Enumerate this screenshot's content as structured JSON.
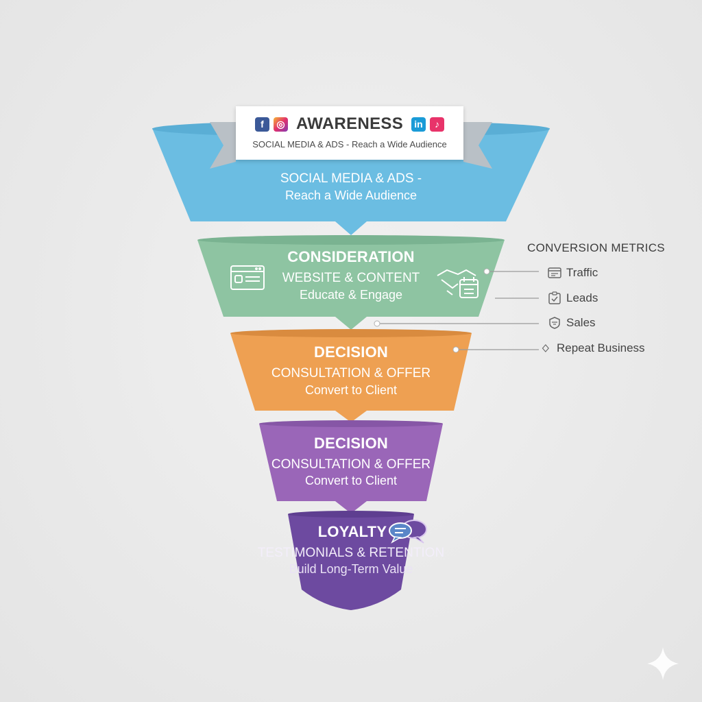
{
  "banner": {
    "title": "AWARENESS",
    "subtitle": "SOCIAL MEDIA & ADS - Reach a Wide Audience",
    "icons": [
      "facebook-icon",
      "instagram-icon",
      "linkedin-icon",
      "tiktok-icon"
    ]
  },
  "stages": [
    {
      "key": "awareness",
      "line1": "SOCIAL MEDIA & ADS -",
      "line2": "Reach a Wide Audience",
      "color": "#6bbde2"
    },
    {
      "key": "consideration",
      "title": "CONSIDERATION",
      "line1": "WEBSITE & CONTENT",
      "line2": "Educate & Engage",
      "color": "#8ec4a2"
    },
    {
      "key": "decision-1",
      "title": "DECISION",
      "line1": "CONSULTATION & OFFER",
      "line2": "Convert to Client",
      "color": "#eea052"
    },
    {
      "key": "decision-2",
      "title": "DECISION",
      "line1": "CONSULTATION & OFFER",
      "line2": "Convert to Client",
      "color": "#9a66b8"
    },
    {
      "key": "loyalty",
      "title": "LOYALTY",
      "line1": "TESTIMONIALS & RETENTION",
      "line2": "Build Long-Term Value",
      "color": "#6d4aa0"
    }
  ],
  "metrics": {
    "title": "CONVERSION METRICS",
    "items": [
      {
        "label": "Traffic",
        "icon": "browser-icon"
      },
      {
        "label": "Leads",
        "icon": "clipboard-check-icon"
      },
      {
        "label": "Sales",
        "icon": "badge-icon"
      },
      {
        "label": "Repeat Business",
        "icon": "diamond-icon"
      }
    ]
  }
}
